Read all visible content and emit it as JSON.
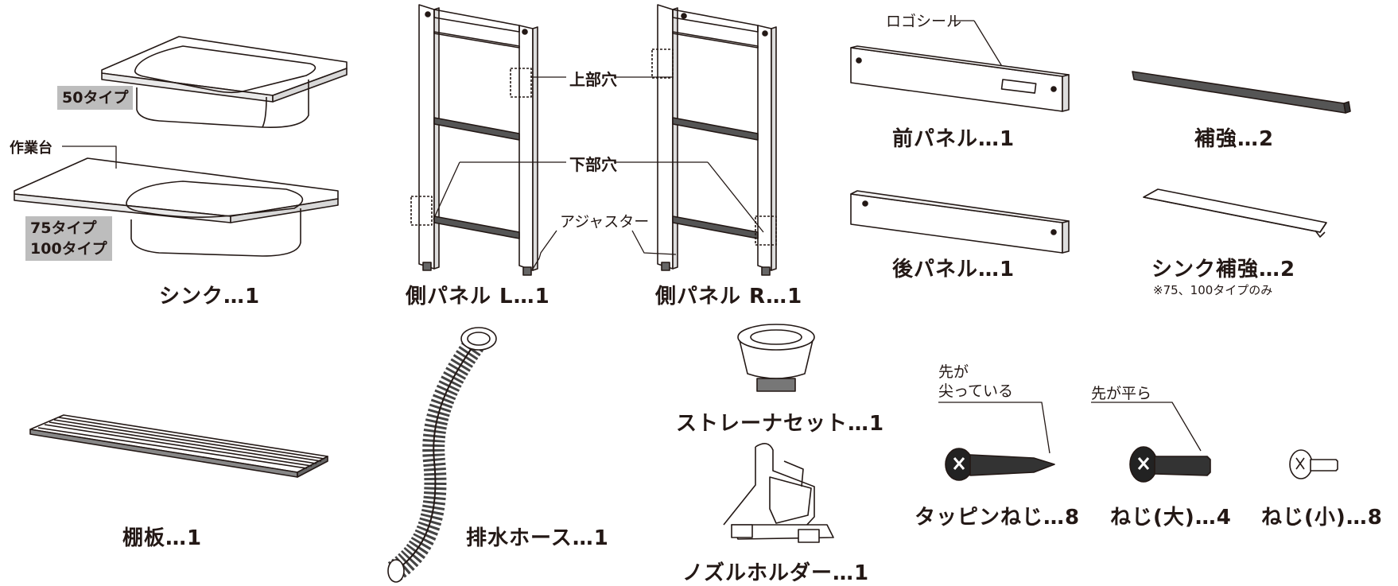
{
  "parts": {
    "sink": "シンク…1",
    "side_l": "側パネル L…1",
    "side_r": "側パネル R…1",
    "front": "前パネル…1",
    "back": "後パネル…1",
    "reinforce": "補強…2",
    "sink_reinforce": "シンク補強…2",
    "sink_reinforce_note": "※75、100タイプのみ",
    "shelf": "棚板…1",
    "hose": "排水ホース…1",
    "strainer": "ストレーナセット…1",
    "nozzle": "ノズルホルダー…1",
    "tapping": "タッピンねじ…8",
    "screw_l": "ねじ(大)…4",
    "screw_s": "ねじ(小)…8"
  },
  "callouts": {
    "type50": "50タイプ",
    "worktop": "作業台",
    "type75_100": "75タイプ\n100タイプ",
    "upper_hole": "上部穴",
    "lower_hole": "下部穴",
    "adjuster": "アジャスター",
    "logo_seal": "ロゴシール",
    "pointed": "先が\n尖っている",
    "flat": "先が平ら"
  }
}
